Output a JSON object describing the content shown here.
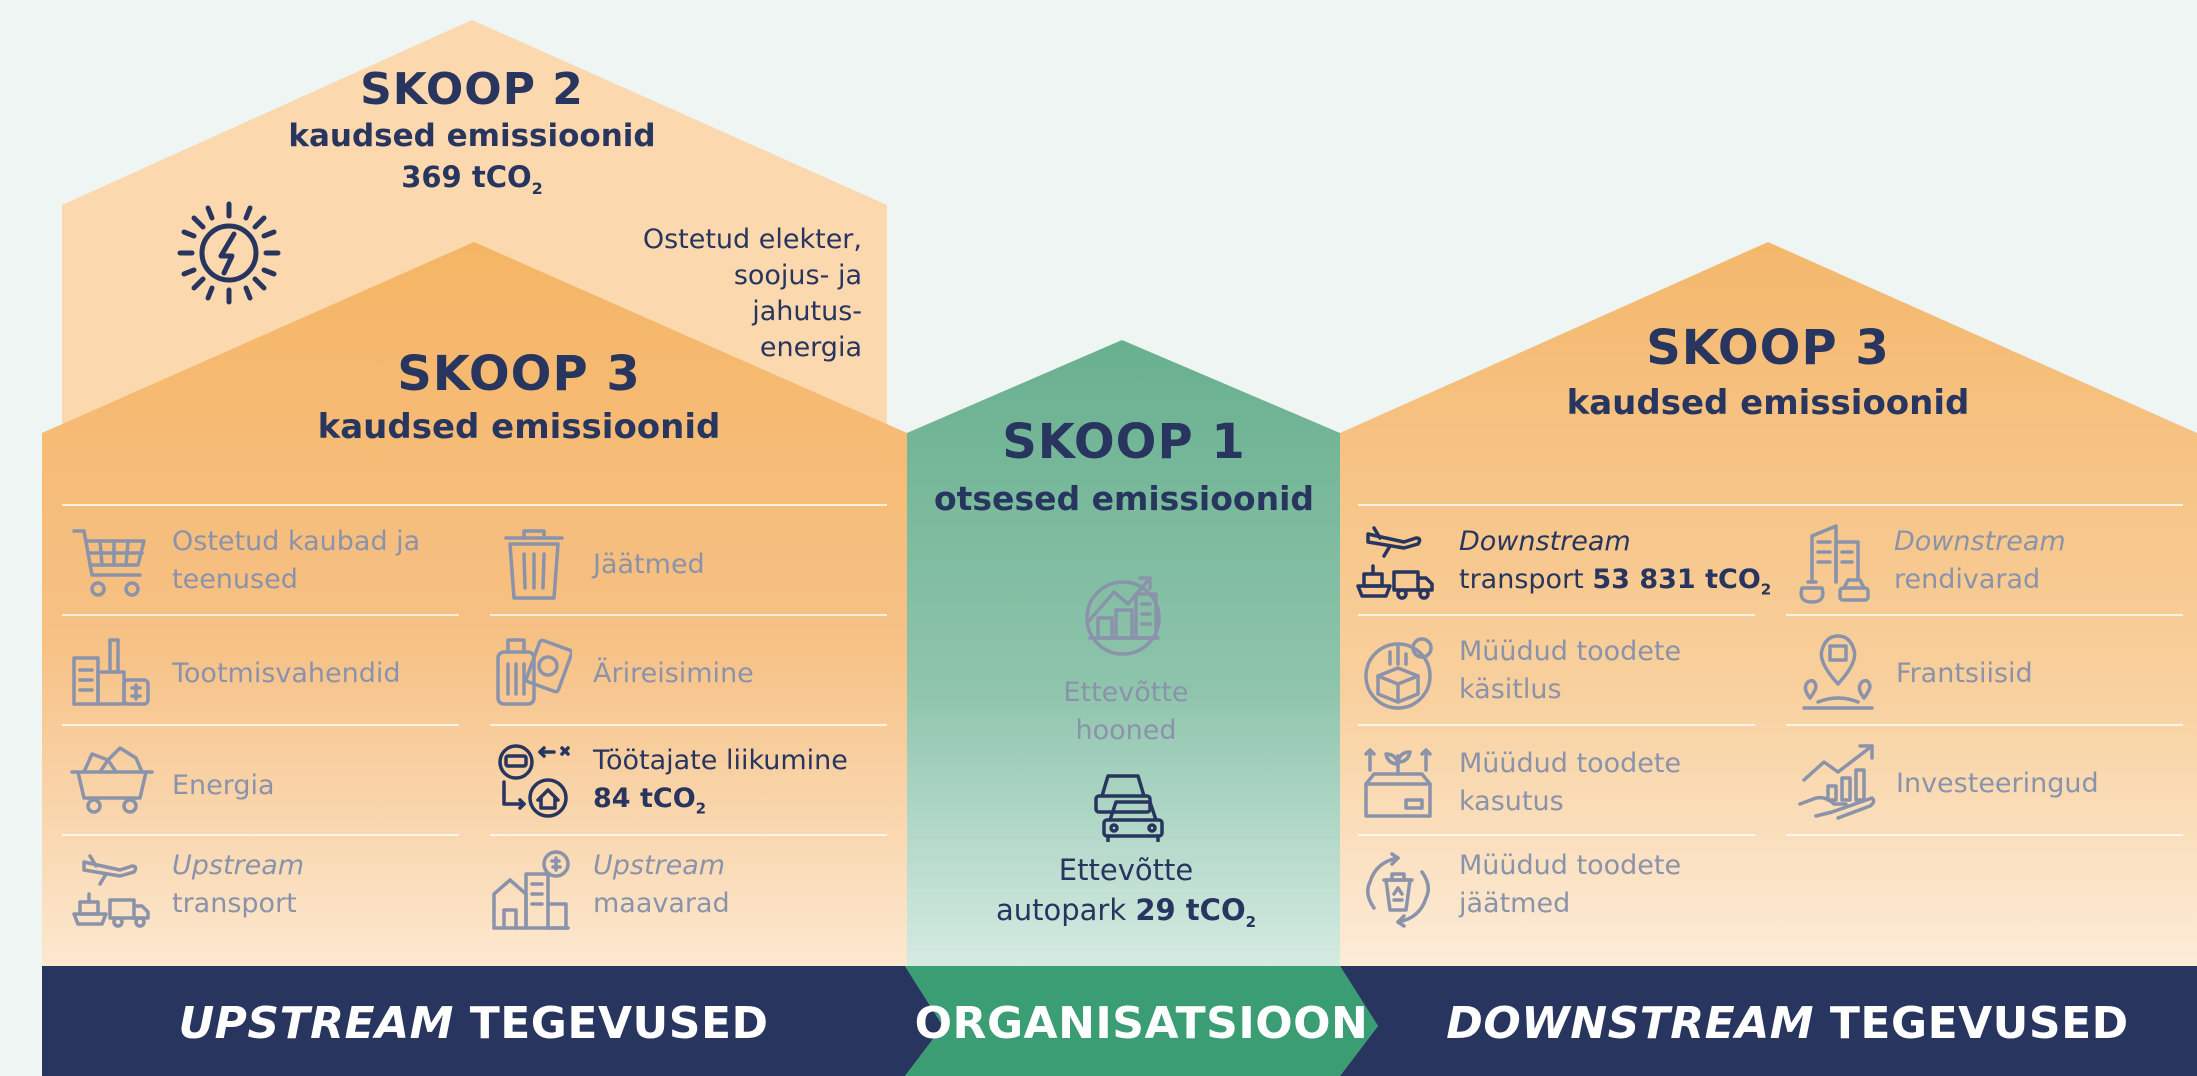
{
  "scope2": {
    "title": "SKOOP 2",
    "subtitle": "kaudsed emissioonid",
    "value": "369 tCO",
    "value_sub": "2",
    "desc_lines": [
      "Ostetud elekter,",
      "soojus- ja",
      "jahutus-",
      "energia"
    ]
  },
  "scope3_up": {
    "title": "SKOOP 3",
    "subtitle": "kaudsed emissioonid",
    "items": [
      {
        "label_l1": "Ostetud kaubad ja",
        "label_l2": "teenused",
        "icon": "shopping-cart-icon"
      },
      {
        "label_l1": "Jäätmed",
        "icon": "trash-bin-icon"
      },
      {
        "label_l1": "Tootmisvahendid",
        "icon": "factory-icon"
      },
      {
        "label_l1": "Ärireisimine",
        "icon": "luggage-passport-icon"
      },
      {
        "label_l1": "Energia",
        "icon": "coal-cart-icon"
      },
      {
        "label_l1": "Töötajate liikumine",
        "value": "84 tCO",
        "value_sub": "2",
        "icon": "commute-icon"
      },
      {
        "label_l1": "Upstream",
        "label_l2": "transport",
        "icon": "transport-icon"
      },
      {
        "label_l1": "Upstream",
        "label_l2": "maavarad",
        "icon": "land-assets-icon"
      }
    ]
  },
  "scope1": {
    "title": "SKOOP 1",
    "subtitle": "otsesed emissioonid",
    "items": [
      {
        "label_l1": "Ettevõtte",
        "label_l2": "hooned",
        "icon": "buildings-growth-icon"
      },
      {
        "label_l1": "Ettevõtte",
        "label_l2": "autopark",
        "value": "29 tCO",
        "value_sub": "2",
        "icon": "car-fleet-icon"
      }
    ]
  },
  "scope3_down": {
    "title": "SKOOP 3",
    "subtitle": "kaudsed emissioonid",
    "items": [
      {
        "label_l1": "Downstream",
        "label_l2": "transport",
        "value": "53 831 tCO",
        "value_sub": "2",
        "icon": "transport-icon"
      },
      {
        "label_l1": "Downstream",
        "label_l2": "rendivarad",
        "icon": "leased-assets-icon"
      },
      {
        "label_l1": "Müüdud toodete",
        "label_l2": "käsitlus",
        "icon": "product-processing-icon"
      },
      {
        "label_l1": "Frantsiisid",
        "icon": "franchise-icon"
      },
      {
        "label_l1": "Müüdud toodete",
        "label_l2": "kasutus",
        "icon": "product-use-icon"
      },
      {
        "label_l1": "Investeeringud",
        "icon": "investment-icon"
      },
      {
        "label_l1": "Müüdud toodete",
        "label_l2": "jäätmed",
        "icon": "recycle-icon"
      }
    ]
  },
  "banner": {
    "upstream_em": "UPSTREAM",
    "upstream_rest": " TEGEVUSED",
    "org": "ORGANISATSIOON",
    "downstream_em": "DOWNSTREAM",
    "downstream_rest": " TEGEVUSED"
  },
  "colors": {
    "navy": "#27355f",
    "green": "#3a9d74",
    "orange": "#f5b565",
    "light_orange": "#fbd6a8",
    "muted_text": "#8a93aa"
  }
}
